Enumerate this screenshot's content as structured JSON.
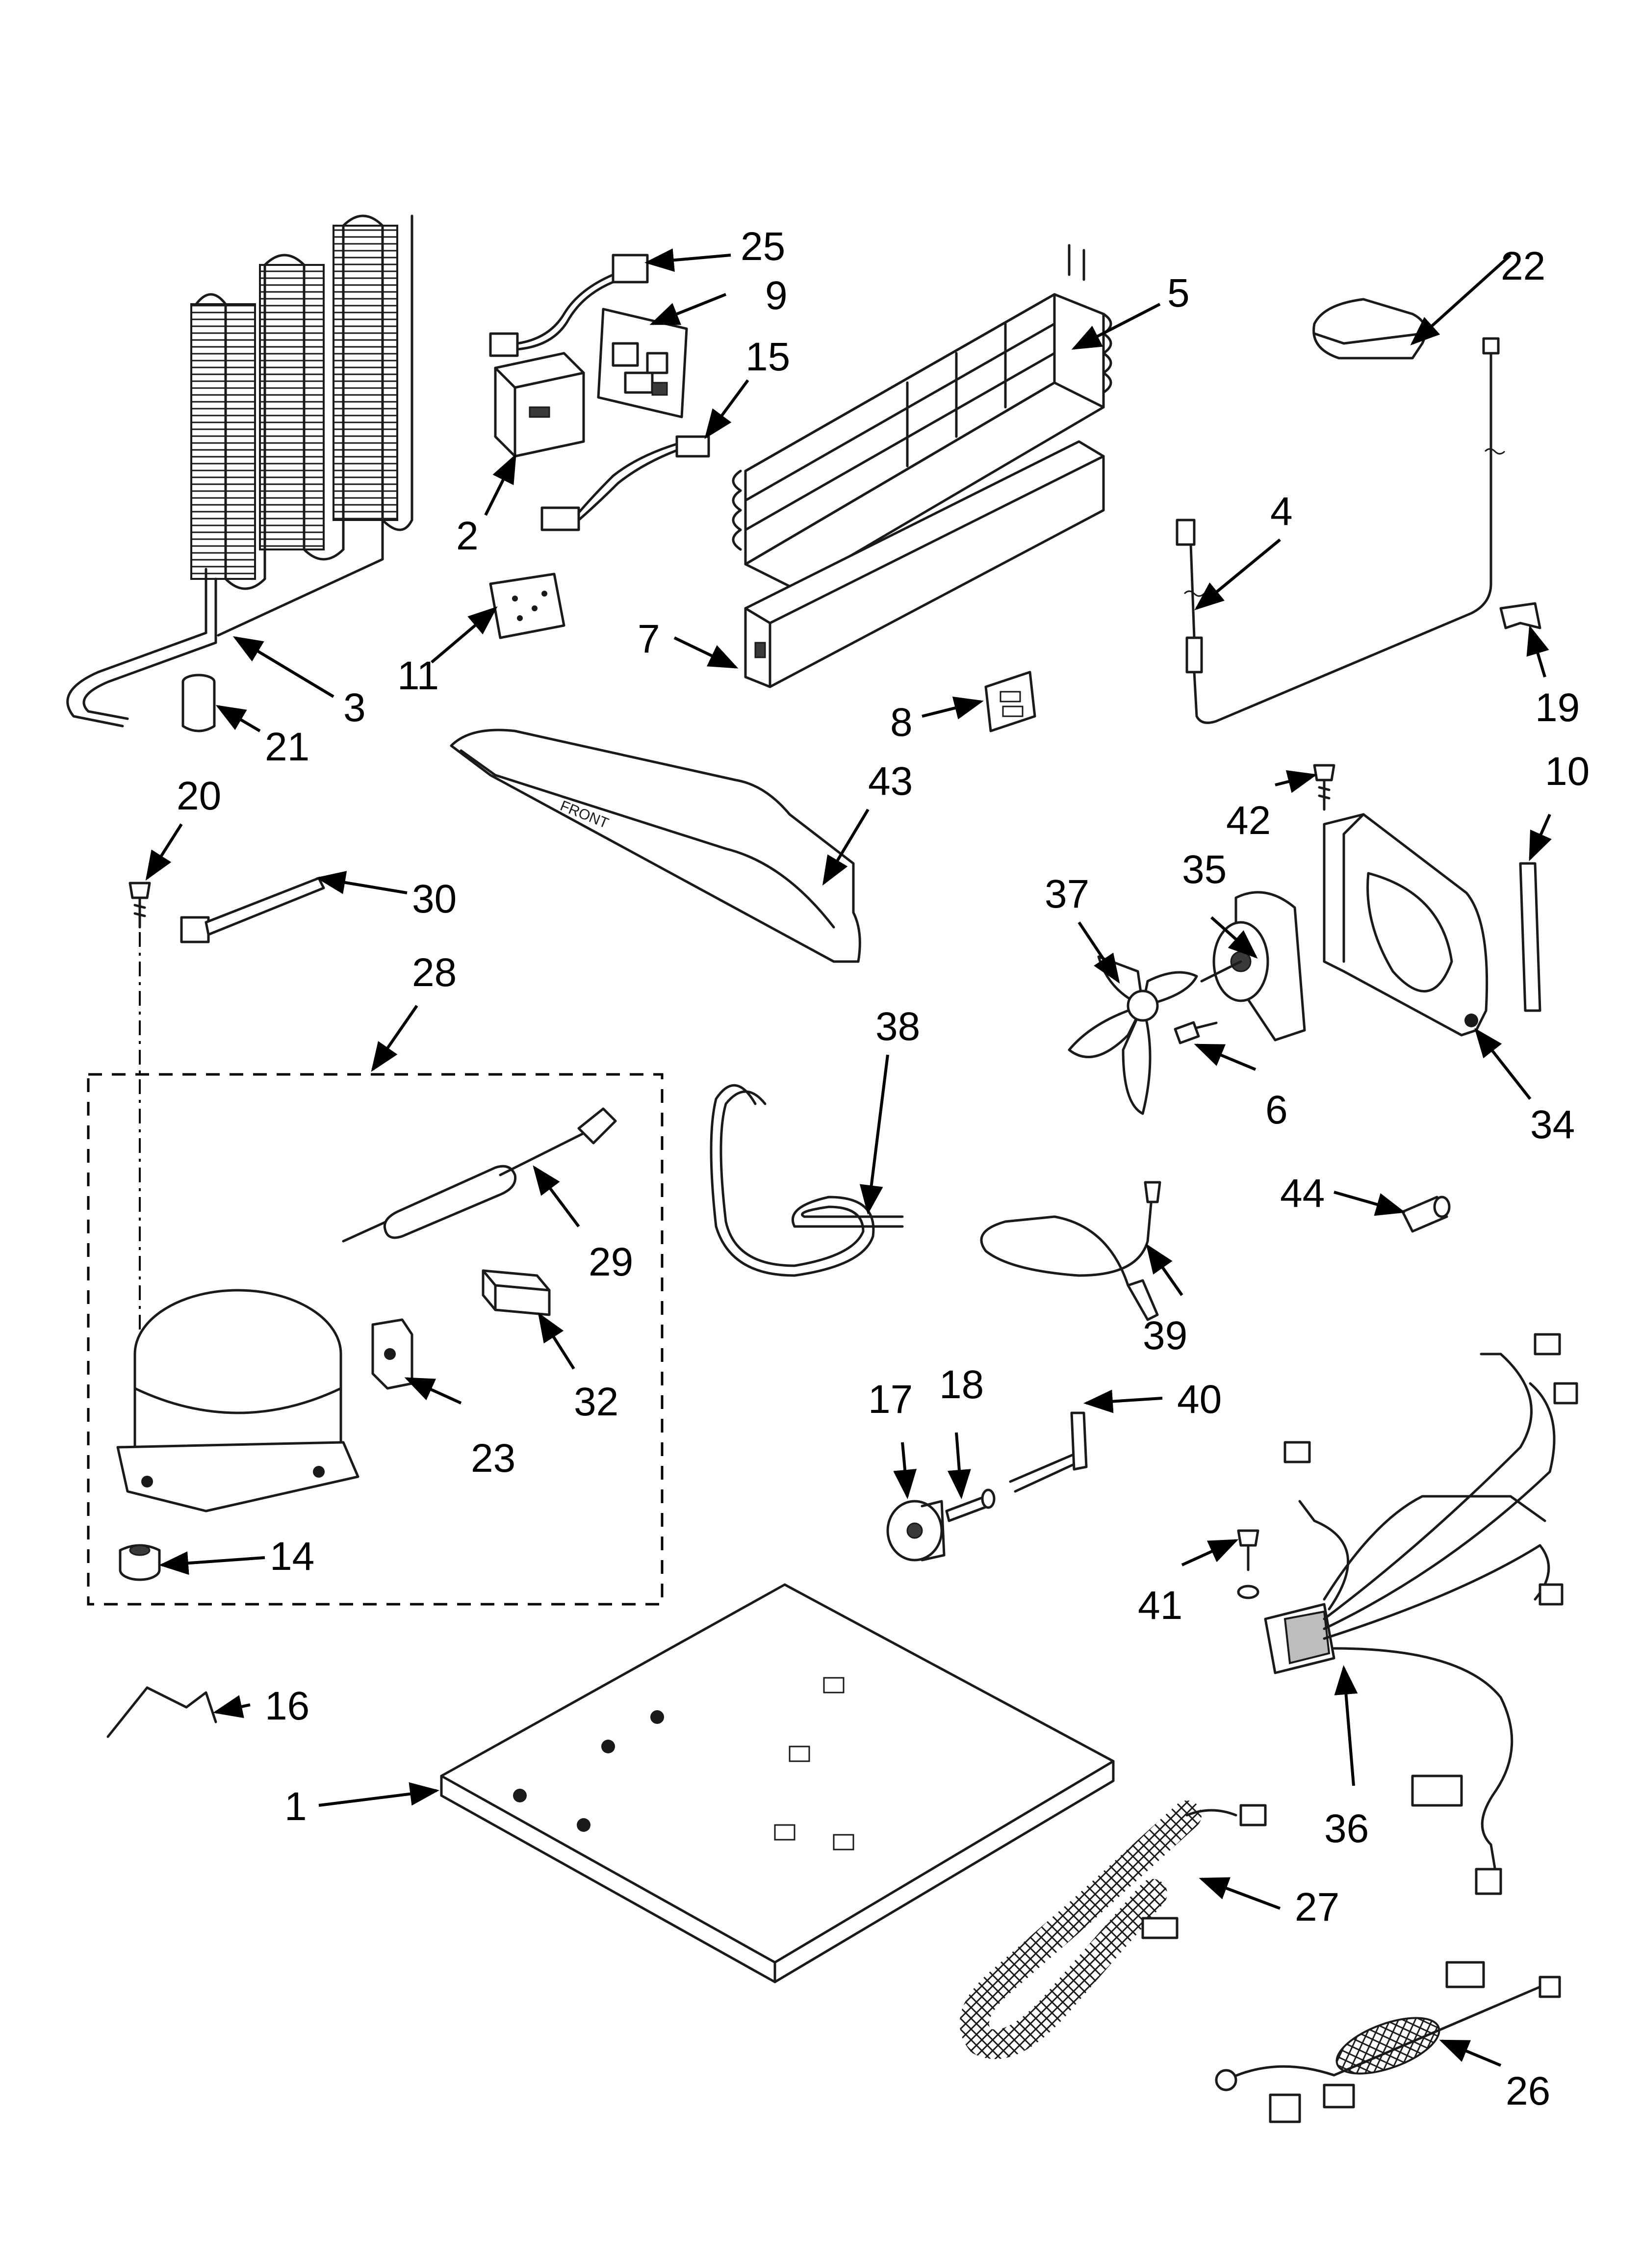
{
  "colors": {
    "ink": "#000000",
    "background": "#ffffff",
    "shade": "#bdbdbd"
  },
  "callouts": {
    "c1": "1",
    "c2": "2",
    "c3": "3",
    "c4": "4",
    "c5": "5",
    "c6": "6",
    "c7": "7",
    "c8": "8",
    "c9": "9",
    "c10": "10",
    "c11": "11",
    "c14": "14",
    "c15": "15",
    "c16": "16",
    "c17": "17",
    "c18": "18",
    "c19": "19",
    "c20": "20",
    "c21": "21",
    "c22": "22",
    "c23": "23",
    "c25": "25",
    "c26": "26",
    "c27": "27",
    "c28": "28",
    "c29": "29",
    "c30": "30",
    "c32": "32",
    "c34": "34",
    "c35": "35",
    "c36": "36",
    "c37": "37",
    "c38": "38",
    "c39": "39",
    "c40": "40",
    "c41": "41",
    "c42": "42",
    "c43": "43",
    "c44": "44"
  }
}
